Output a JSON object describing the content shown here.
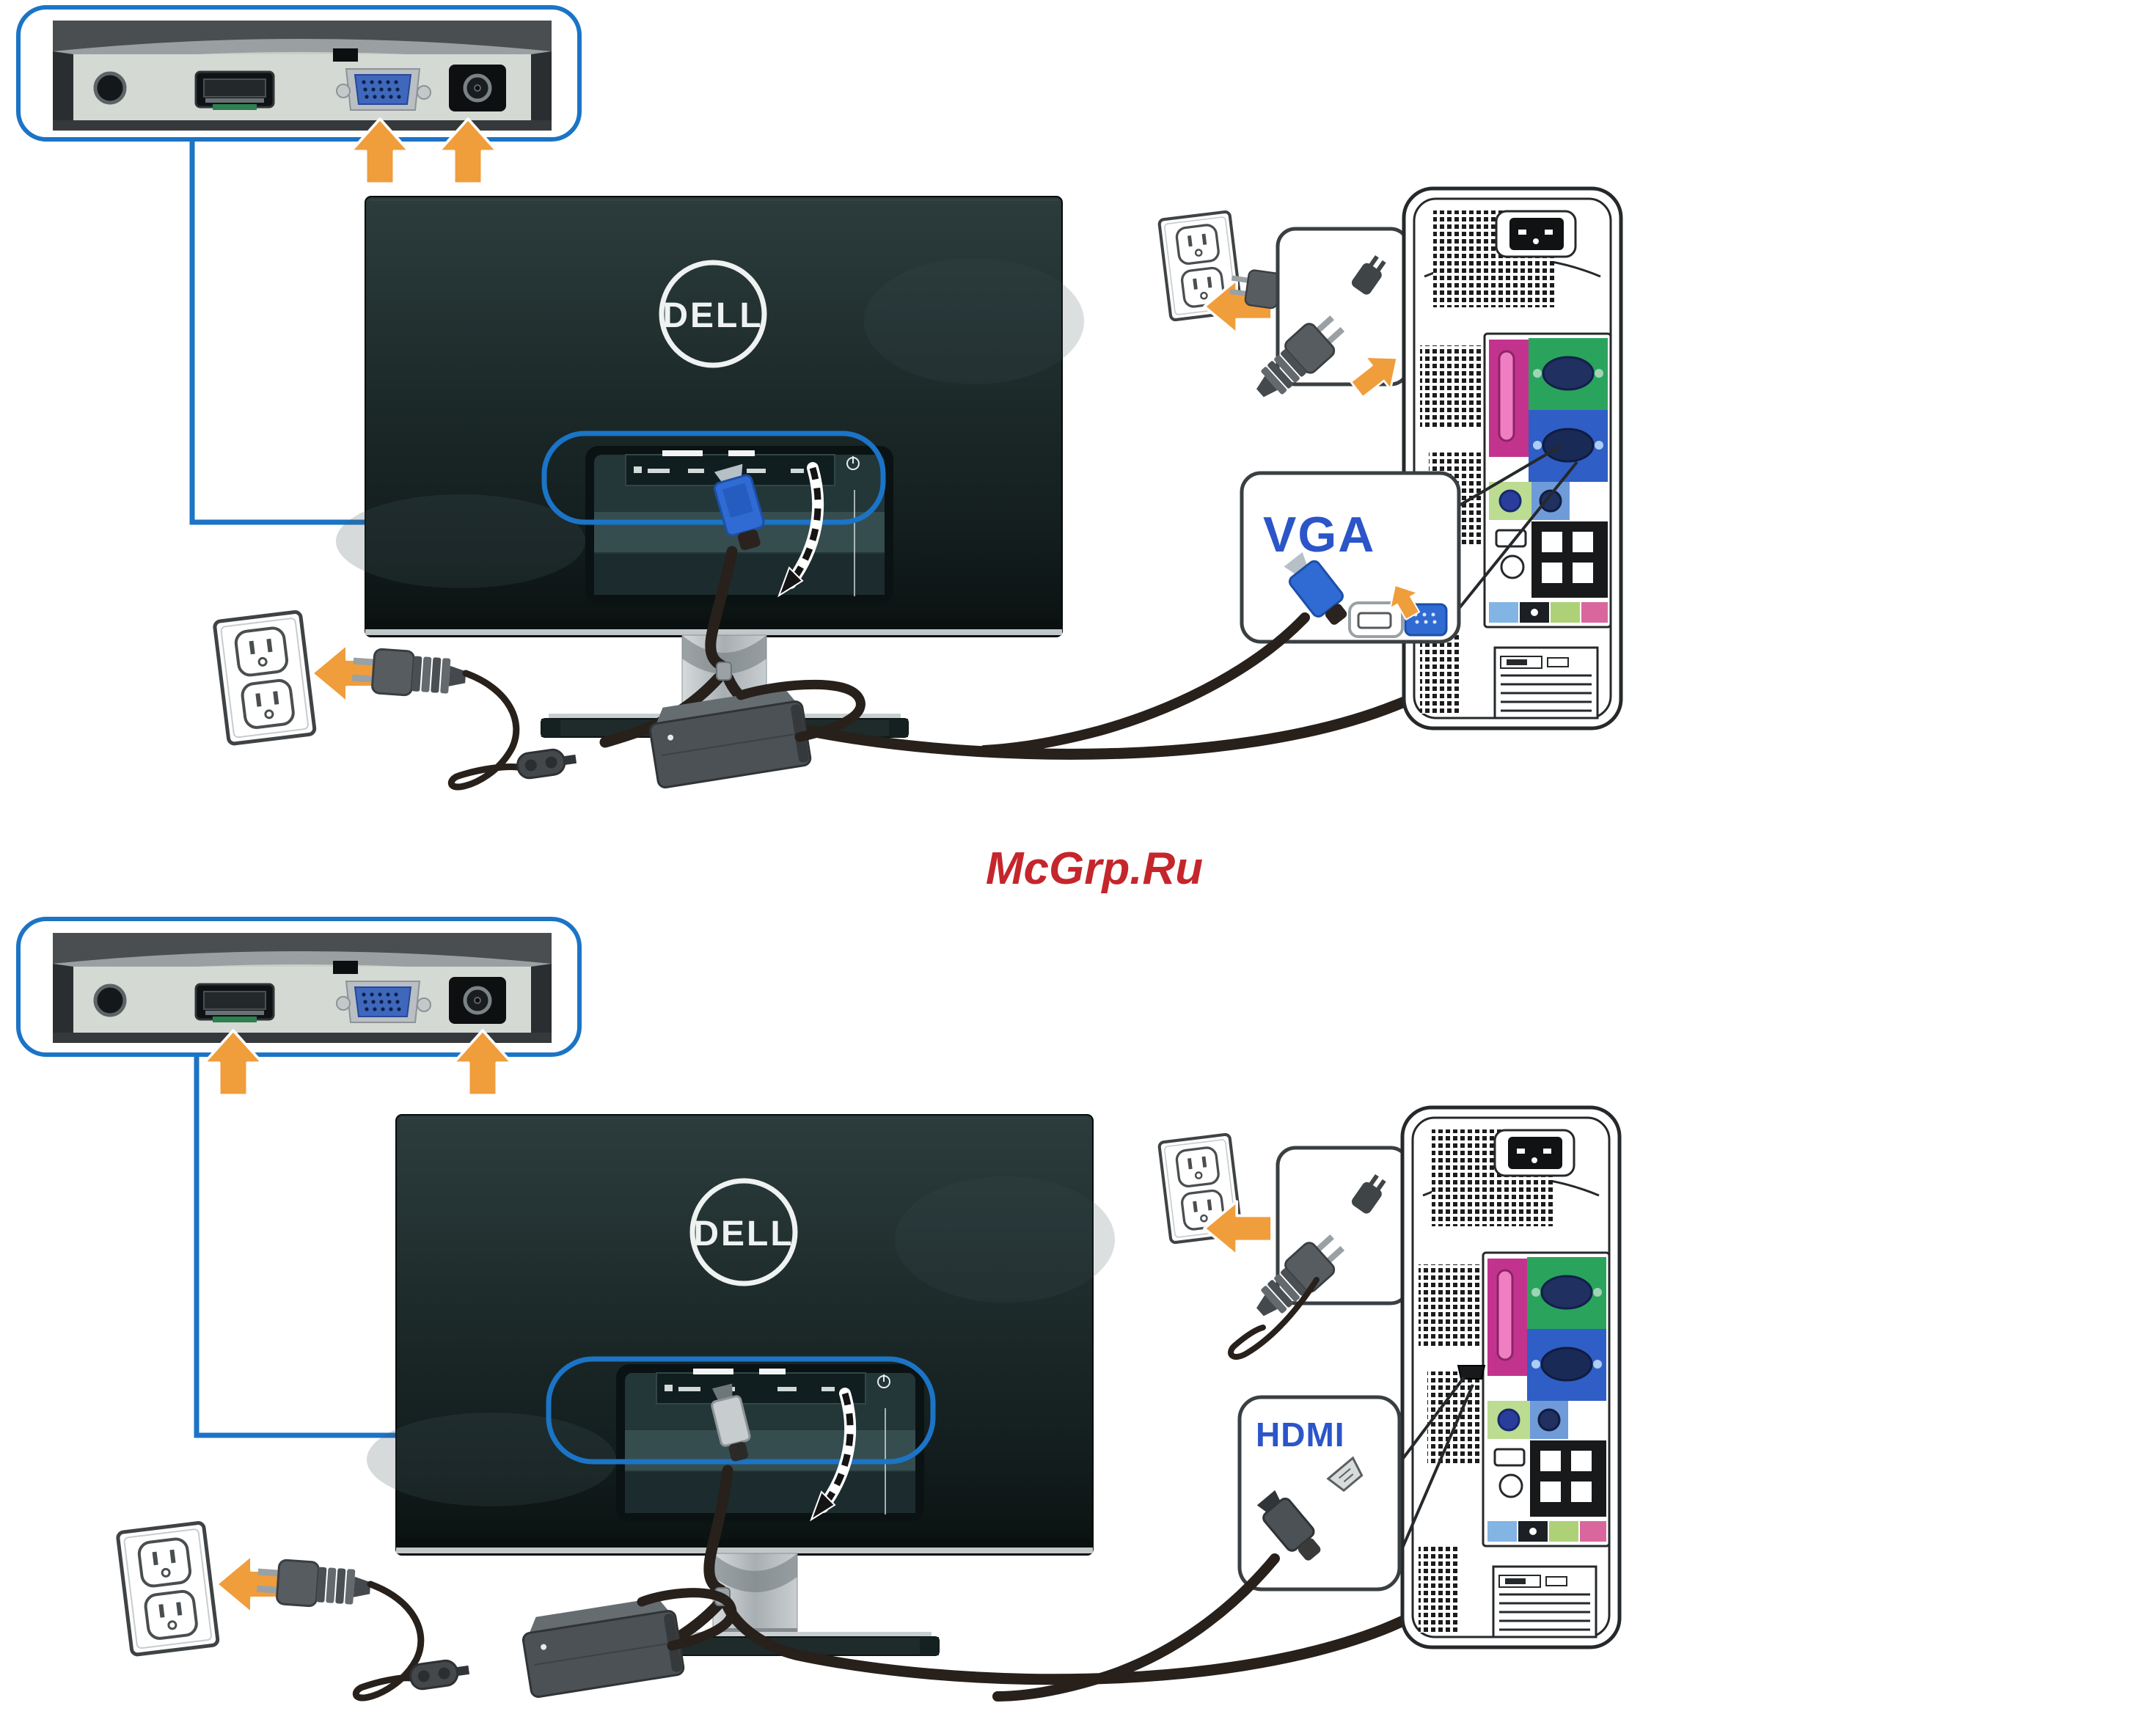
{
  "watermark": {
    "text": "McGrp.Ru",
    "color": "#c4262c"
  },
  "brand": {
    "monitor_logo": "DELL"
  },
  "palette": {
    "callout_blue": "#1b74c6",
    "arrow_orange": "#f09d3c",
    "cable_dark": "#27201b",
    "tower_line": "#26292b"
  },
  "sections": {
    "vga": {
      "label": "VGA",
      "label_color": "#2b55c8"
    },
    "hdmi": {
      "label": "HDMI",
      "label_color": "#2b55c8"
    }
  }
}
